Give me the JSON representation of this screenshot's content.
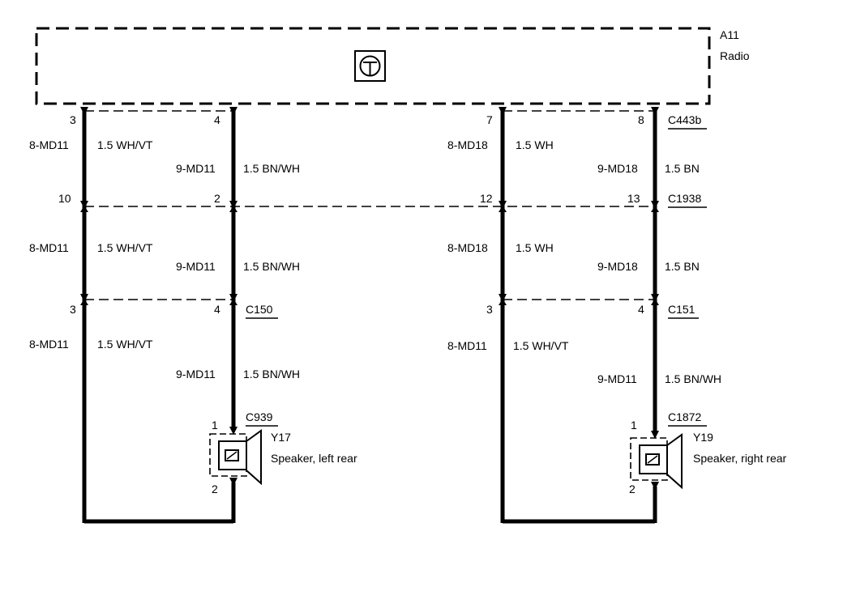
{
  "module": {
    "id": "A11",
    "name": "Radio",
    "icon": "radio-symbol-icon"
  },
  "connectors": {
    "c443b": "C443b",
    "c1938": "C1938",
    "c150": "C150",
    "c151": "C151",
    "c939": "C939",
    "c1872": "C1872"
  },
  "left": {
    "w1": {
      "pin_top": "3",
      "pin_mid": "10",
      "pin_low": "3",
      "circuit_a": "8-MD11",
      "color_a": "1.5 WH/VT",
      "circuit_b": "8-MD11",
      "color_b": "1.5 WH/VT",
      "circuit_c": "8-MD11",
      "color_c": "1.5 WH/VT"
    },
    "w2": {
      "pin_top": "4",
      "pin_mid": "2",
      "pin_low": "4",
      "circuit_a": "9-MD11",
      "color_a": "1.5 BN/WH",
      "circuit_b": "9-MD11",
      "color_b": "1.5 BN/WH",
      "circuit_c": "9-MD11",
      "color_c": "1.5 BN/WH"
    },
    "speaker": {
      "id": "Y17",
      "name": "Speaker, left rear",
      "pin1": "1",
      "pin2": "2",
      "icon": "speaker-icon"
    }
  },
  "right": {
    "w1": {
      "pin_top": "7",
      "pin_mid": "12",
      "pin_low": "3",
      "circuit_a": "8-MD18",
      "color_a": "1.5 WH",
      "circuit_b": "8-MD18",
      "color_b": "1.5 WH",
      "circuit_c": "8-MD11",
      "color_c": "1.5 WH/VT"
    },
    "w2": {
      "pin_top": "8",
      "pin_mid": "13",
      "pin_low": "4",
      "circuit_a": "9-MD18",
      "color_a": "1.5 BN",
      "circuit_b": "9-MD18",
      "color_b": "1.5 BN",
      "circuit_c": "9-MD11",
      "color_c": "1.5 BN/WH"
    },
    "speaker": {
      "id": "Y19",
      "name": "Speaker, right rear",
      "pin1": "1",
      "pin2": "2",
      "icon": "speaker-icon"
    }
  }
}
